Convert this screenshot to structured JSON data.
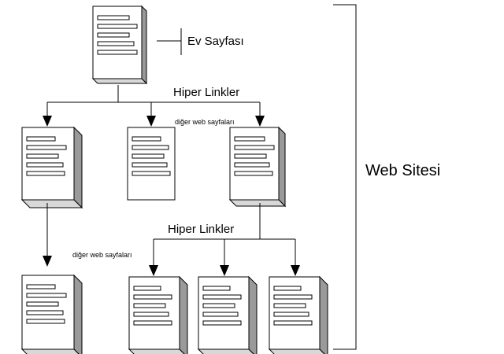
{
  "labels": {
    "home_page": "Ev Sayfası",
    "hyperlinks_top": "Hiper Linkler",
    "other_pages_top": "diğer web sayfaları",
    "hyperlinks_bottom": "Hiper Linkler",
    "other_pages_bottom": "diğer web sayfaları",
    "website": "Web Sitesi"
  },
  "colors": {
    "page_fill": "#ffffff",
    "side_shade": "#9a9a9a",
    "stroke": "#000000"
  },
  "pages": [
    {
      "name": "home-page-document",
      "depth": "3d"
    },
    {
      "name": "linked-page-left",
      "depth": "3d"
    },
    {
      "name": "linked-page-middle",
      "depth": "flat"
    },
    {
      "name": "linked-page-right",
      "depth": "3d"
    },
    {
      "name": "external-page-bottom-left",
      "depth": "3d"
    },
    {
      "name": "sub-page-1",
      "depth": "3d"
    },
    {
      "name": "sub-page-2",
      "depth": "3d"
    },
    {
      "name": "sub-page-3",
      "depth": "3d"
    }
  ]
}
